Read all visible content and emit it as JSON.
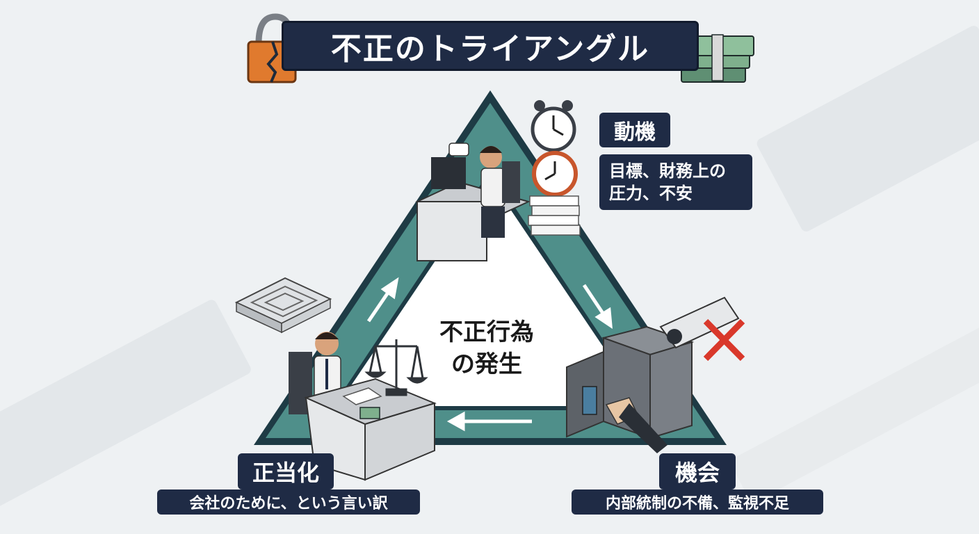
{
  "title": "不正のトライアングル",
  "center": {
    "line1": "不正行為",
    "line2": "の発生"
  },
  "motivation": {
    "label": "動機",
    "desc_line1": "目標、財務上の",
    "desc_line2": "圧力、不安"
  },
  "opportunity": {
    "label": "機会",
    "desc": "内部統制の不備、監視不足"
  },
  "rationalization": {
    "label": "正当化",
    "desc": "会社のために、という言い訳"
  },
  "colors": {
    "triangle": "#4f8f8a",
    "triangle_edge": "#1e3b45",
    "label_bg": "#1f2b45",
    "lock": "#e07a2e",
    "x_mark": "#d9382b"
  },
  "icons": [
    "broken-lock-icon",
    "money-stack-icon",
    "alarm-clock-icon",
    "paper-stack-icon",
    "security-camera-icon",
    "safe-icon",
    "maze-icon",
    "scales-icon"
  ]
}
